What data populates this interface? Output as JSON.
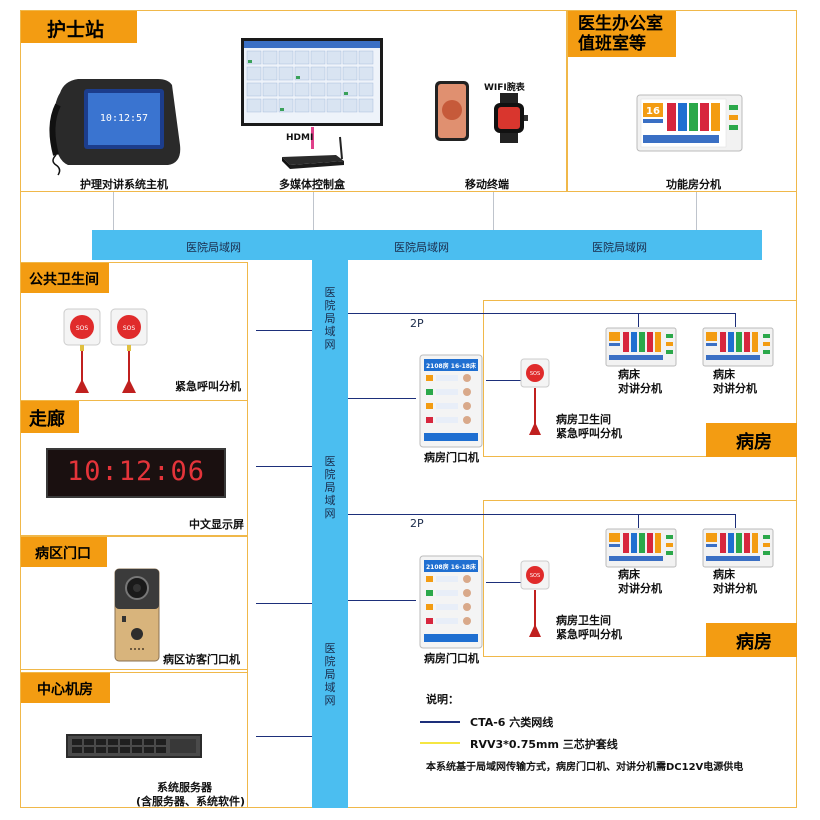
{
  "sections": {
    "nurse_station": "护士站",
    "doctor_office": "医生办公室\n值班室等",
    "public_toilet": "公共卫生间",
    "corridor": "走廊",
    "ward_entrance": "病区门口",
    "server_room": "中心机房",
    "ward": "病房"
  },
  "devices": {
    "intercom_host": "护理对讲系统主机",
    "media_box": "多媒体控制盒",
    "mobile": "移动终端",
    "wifi_watch": "WIFI腕表",
    "hdmi": "HDMI",
    "function_room": "功能房分机",
    "emergency_call": "紧急呼叫分机",
    "chinese_display": "中文显示屏",
    "display_time": "10:12:06",
    "visitor_door": "病区访客门口机",
    "server_line1": "系统服务器",
    "server_line2": "(含服务器、系统软件)",
    "bed_intercom": "病床\n对讲分机",
    "room_door": "病房门口机",
    "room_toilet_call": "病房卫生间\n紧急呼叫分机",
    "sos": "SOS",
    "door_panel_header": "2108房 16-18床"
  },
  "network": {
    "lan": "医院局域网",
    "lan_vertical": "医院局域网",
    "two_pair": "2P"
  },
  "legend": {
    "title": "说明：",
    "item1": "CTA-6  六类网线",
    "item2": "RVV3*0.75mm  三芯护套线",
    "note": "本系统基于局域网传输方式，病房门口机、对讲分机需DC12V电源供电"
  },
  "colors": {
    "accent": "#f39c12",
    "border": "#f0b84a",
    "backbone": "#4bbef0",
    "network_line": "#1d2f7a",
    "power_line": "#f5e642"
  }
}
